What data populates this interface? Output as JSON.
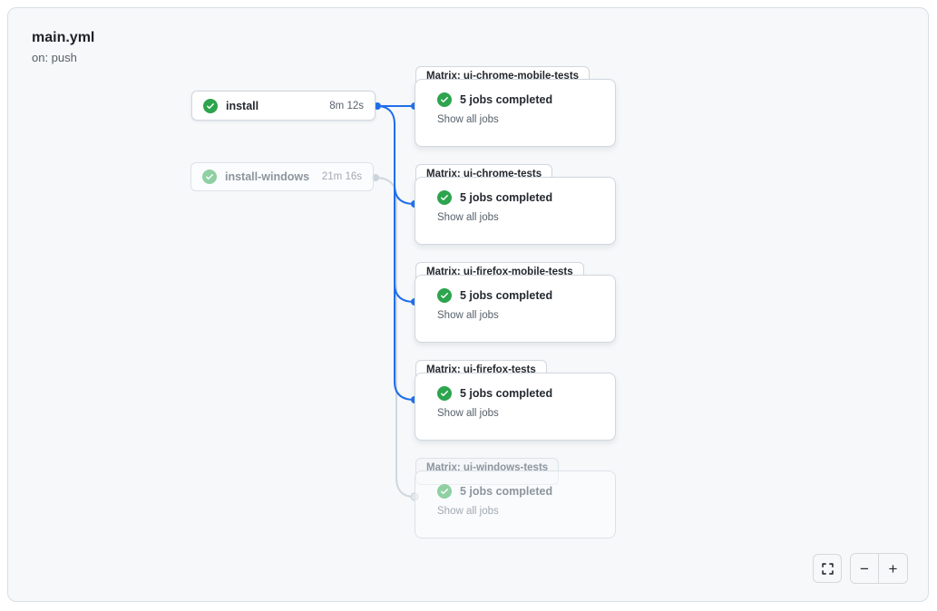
{
  "workflow": {
    "title": "main.yml",
    "trigger": "on: push"
  },
  "jobs": [
    {
      "name": "install",
      "duration": "8m 12s",
      "status": "success"
    },
    {
      "name": "install-windows",
      "duration": "21m 16s",
      "status": "success"
    }
  ],
  "matrix_groups": [
    {
      "label": "Matrix: ui-chrome-mobile-tests",
      "summary": "5 jobs completed",
      "link": "Show all jobs",
      "status": "success"
    },
    {
      "label": "Matrix: ui-chrome-tests",
      "summary": "5 jobs completed",
      "link": "Show all jobs",
      "status": "success"
    },
    {
      "label": "Matrix: ui-firefox-mobile-tests",
      "summary": "5 jobs completed",
      "link": "Show all jobs",
      "status": "success"
    },
    {
      "label": "Matrix: ui-firefox-tests",
      "summary": "5 jobs completed",
      "link": "Show all jobs",
      "status": "success"
    },
    {
      "label": "Matrix: ui-windows-tests",
      "summary": "5 jobs completed",
      "link": "Show all jobs",
      "status": "success"
    }
  ],
  "controls": {
    "zoom_out": "−",
    "zoom_in": "+"
  },
  "colors": {
    "accent_blue": "#1f6feb",
    "success_green": "#2da44e",
    "muted_edge": "#d0d7de",
    "canvas_bg": "#f6f8fa"
  }
}
